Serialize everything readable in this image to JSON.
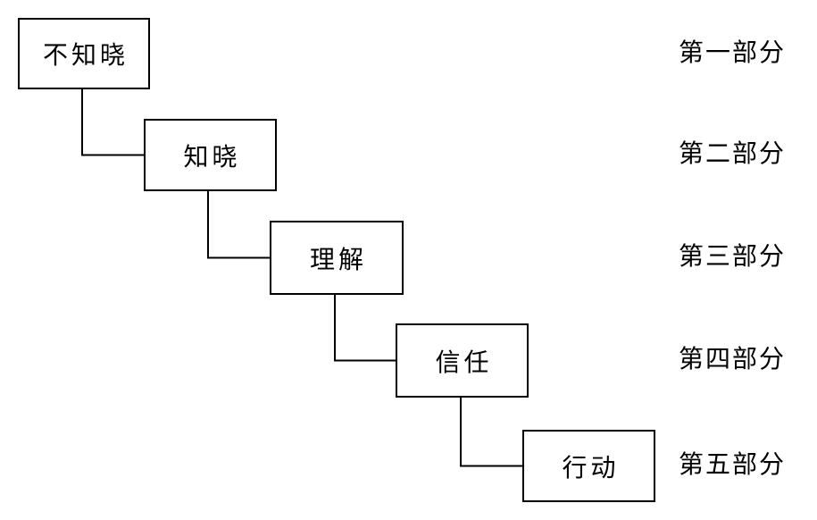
{
  "diagram": {
    "title_implied": "",
    "type": "stair-step flow",
    "steps": [
      {
        "label": "不知晓",
        "part": "第一部分"
      },
      {
        "label": "知晓",
        "part": "第二部分"
      },
      {
        "label": "理解",
        "part": "第三部分"
      },
      {
        "label": "信任",
        "part": "第四部分"
      },
      {
        "label": "行动",
        "part": "第五部分"
      }
    ],
    "flow_order": [
      "不知晓",
      "知晓",
      "理解",
      "信任",
      "行动"
    ]
  },
  "colors": {
    "background": "#ffffff",
    "line": "#000000",
    "text": "#000000"
  }
}
